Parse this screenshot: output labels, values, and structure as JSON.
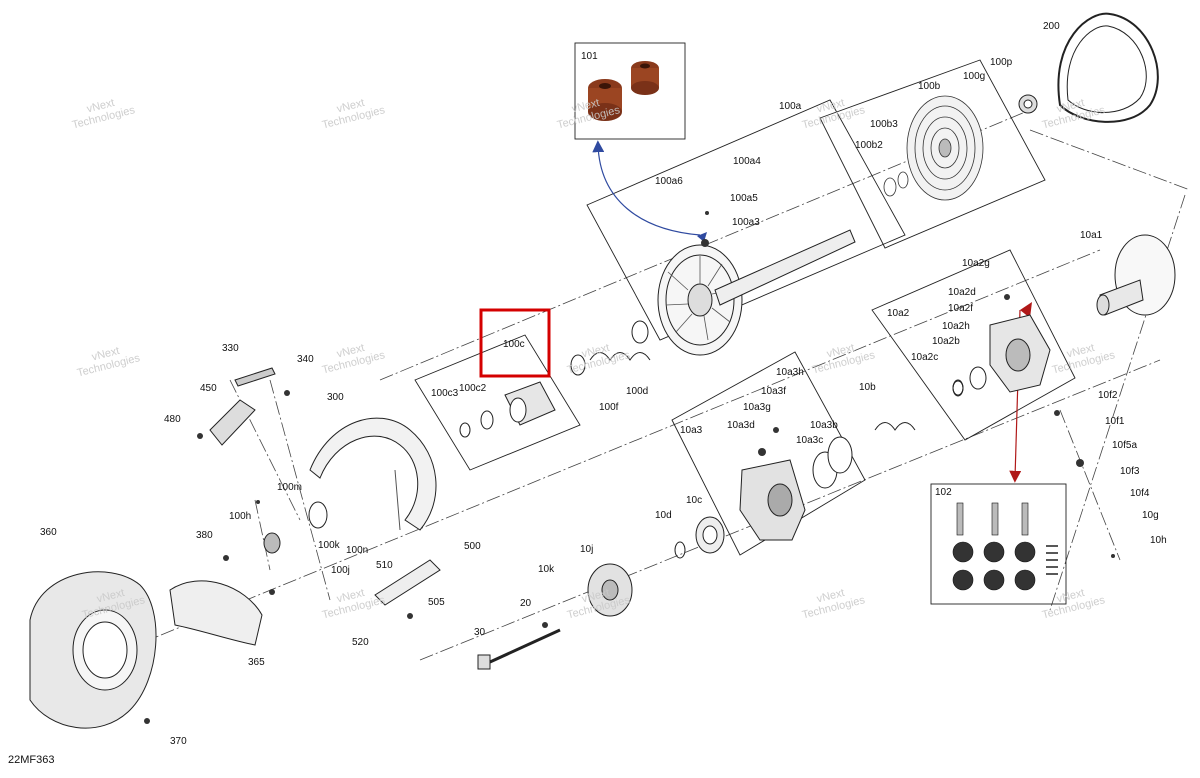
{
  "diagram": {
    "code": "22MF363",
    "watermark": {
      "line1": "vNext",
      "line2": "Technologies",
      "combined": "vNext Technologies"
    },
    "highlight_color": "#d40000",
    "arrow_blue": "#2f4aa0",
    "arrow_red": "#b01818",
    "callouts": {
      "c100a": "100a",
      "c100a1": "10a1",
      "c100a2": "10a2",
      "c100a3": "10a3",
      "c100a3a": "100a3",
      "c100a4": "100a4",
      "c100a5": "100a5",
      "c100a6": "100a6",
      "c100b": "100b",
      "c100b2": "100b2",
      "c100b3": "100b3",
      "c100c": "100c",
      "c100c2": "100c2",
      "c100c3": "100c3",
      "c100d": "100d",
      "c100f": "100f",
      "c100g": "100g",
      "c100h": "100h",
      "c100j": "100j",
      "c100k": "100k",
      "c100m": "100m",
      "c100n": "100n",
      "c100p": "100p",
      "c101": "101",
      "c102": "102",
      "c10a2b": "10a2b",
      "c10a2c": "10a2c",
      "c10a2d": "10a2d",
      "c10a2f": "10a2f",
      "c10a2g": "10a2g",
      "c10a2h": "10a2h",
      "c10a3b": "10a3b",
      "c10a3c": "10a3c",
      "c10a3d": "10a3d",
      "c10a3f": "10a3f",
      "c10a3g": "10a3g",
      "c10a3h": "10a3h",
      "c10b": "10b",
      "c10c": "10c",
      "c10d": "10d",
      "c10f1": "10f1",
      "c10f2": "10f2",
      "c10f3": "10f3",
      "c10f4": "10f4",
      "c10f5a": "10f5a",
      "c10g": "10g",
      "c10h": "10h",
      "c10j": "10j",
      "c10k": "10k",
      "c20": "20",
      "c30": "30",
      "c200": "200",
      "c300": "300",
      "c330": "330",
      "c340": "340",
      "c360": "360",
      "c365": "365",
      "c370": "370",
      "c380": "380",
      "c450": "450",
      "c480": "480",
      "c500": "500",
      "c505": "505",
      "c510": "510",
      "c520": "520"
    }
  }
}
